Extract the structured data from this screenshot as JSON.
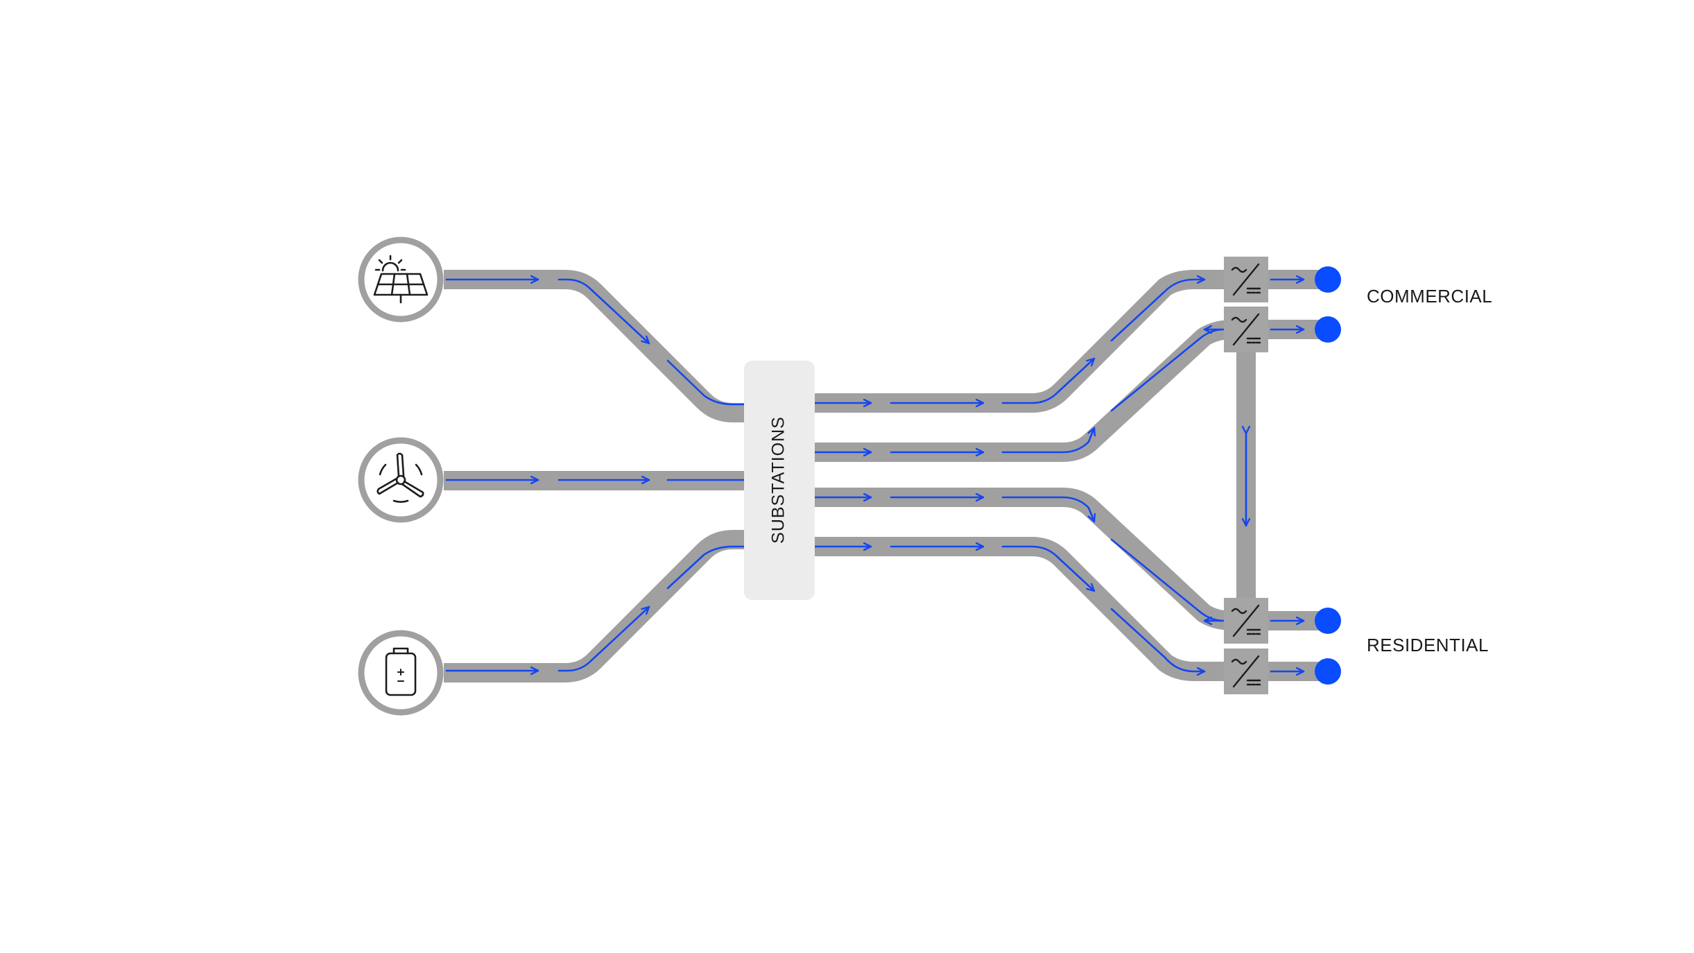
{
  "diagram": {
    "hub_label": "SUBSTATIONS",
    "sources": [
      {
        "name": "solar",
        "icon": "solar-panel-icon"
      },
      {
        "name": "wind",
        "icon": "wind-turbine-icon"
      },
      {
        "name": "battery",
        "icon": "battery-icon"
      }
    ],
    "consumers": [
      {
        "label": "COMMERCIAL"
      },
      {
        "label": "RESIDENTIAL"
      }
    ],
    "converter_icon": "ac-dc-converter-icon",
    "colors": {
      "pipe": "#a0a0a0",
      "flow_arrow": "#1446f0",
      "endpoint": "#0a4cff",
      "hub_fill": "#ececec"
    }
  }
}
